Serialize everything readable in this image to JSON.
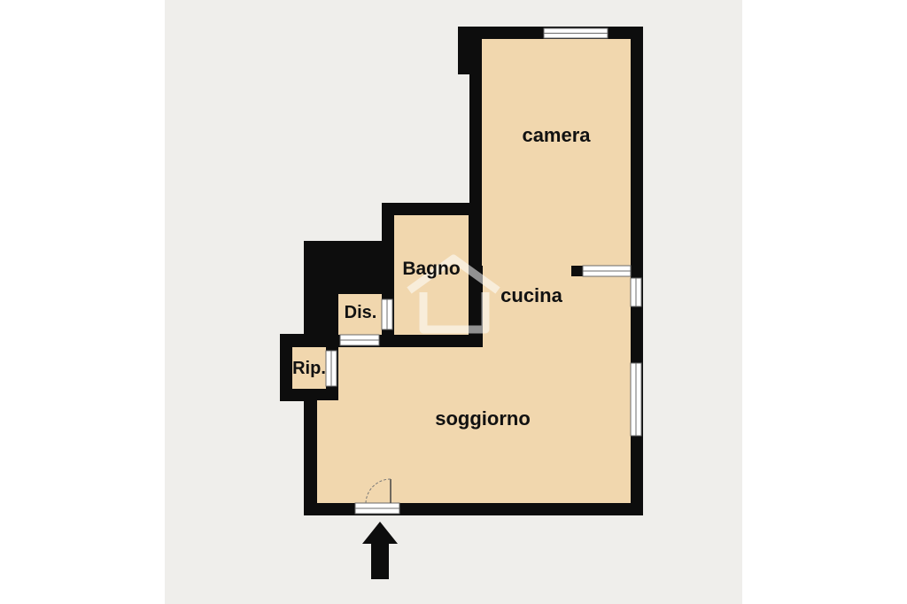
{
  "colors": {
    "page": "#ffffff",
    "sheet": "#efeeeb",
    "wall": "#0d0d0d",
    "floor": "#f1d7ae",
    "opening": "#ffffff",
    "opening_line": "#6b6b6b",
    "watermark": "#ffffff"
  },
  "rooms": {
    "camera": "camera",
    "bagno": "Bagno",
    "cucina": "cucina",
    "dis": "Dis.",
    "rip": "Rip.",
    "soggiorno": "soggiorno"
  },
  "icons": {
    "entrance": "arrow-up-icon",
    "door": "door-swing-icon",
    "watermark": "house-watermark-icon"
  }
}
